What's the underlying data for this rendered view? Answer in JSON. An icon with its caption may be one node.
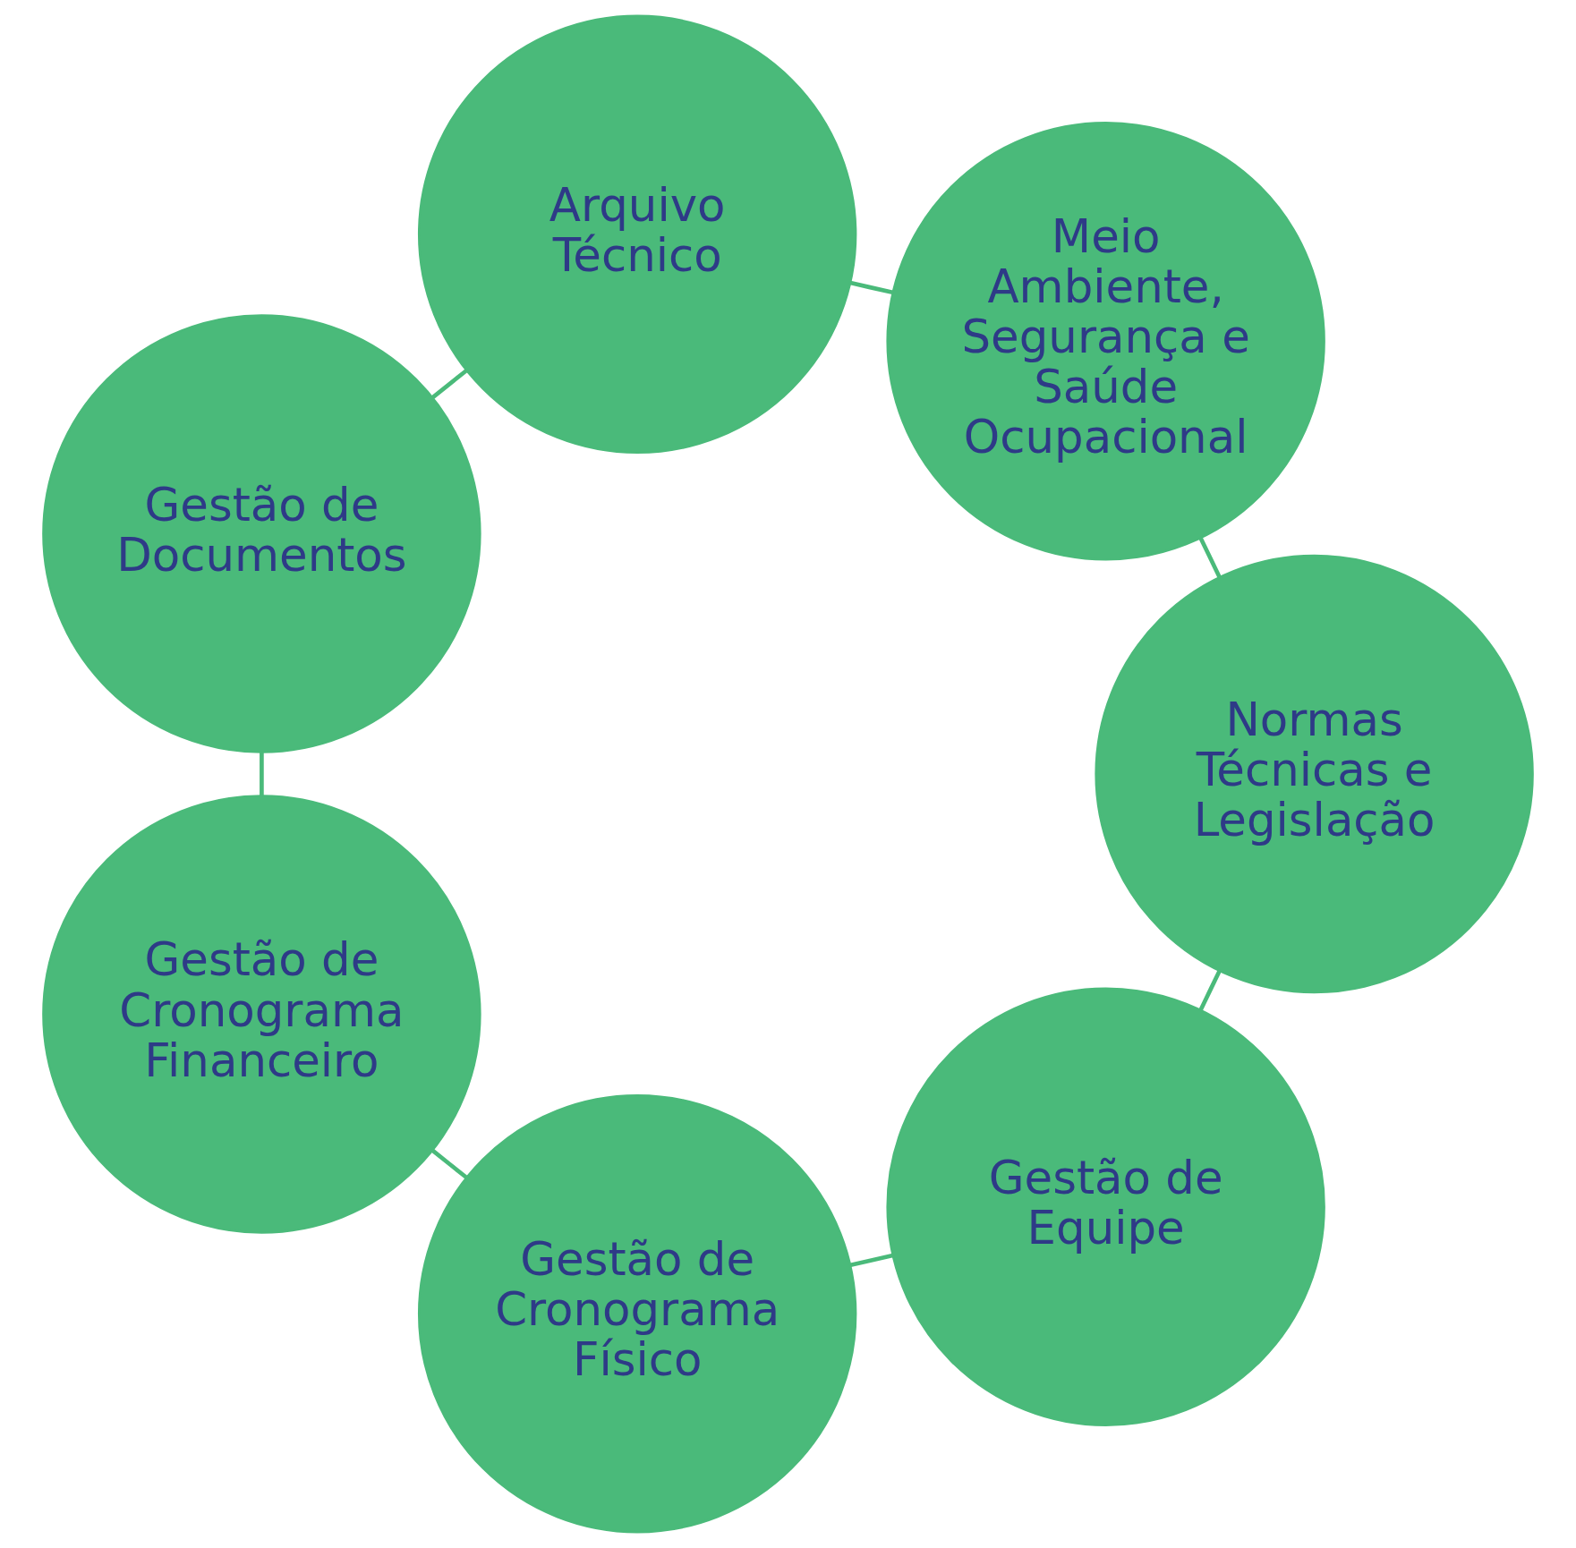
{
  "diagram": {
    "nodes": [
      {
        "text": [
          "Gestão de Equipe"
        ]
      },
      {
        "text": [
          "Normas Técnicas e Legislação"
        ]
      },
      {
        "text": [
          "Gestão de Cronograma Físico"
        ]
      },
      {
        "text": [
          "Meio Ambiente, Segurança e Saúde Ocupacional"
        ]
      },
      {
        "text": [
          "Gestão de Cronograma Financeiro"
        ]
      },
      {
        "text": [
          "Arquivo Técnico"
        ]
      },
      {
        "text": [
          "Gestão de Documentos"
        ]
      }
    ],
    "edges": [
      {
        "from": 0,
        "to": 2,
        "arrow": "none"
      },
      {
        "from": 2,
        "to": 4,
        "arrow": "none"
      },
      {
        "from": 4,
        "to": 6,
        "arrow": "none"
      },
      {
        "from": 6,
        "to": 5,
        "arrow": "none"
      },
      {
        "from": 5,
        "to": 3,
        "arrow": "none"
      },
      {
        "from": 3,
        "to": 1,
        "arrow": "none"
      },
      {
        "from": 1,
        "to": 0,
        "arrow": "none"
      }
    ]
  }
}
